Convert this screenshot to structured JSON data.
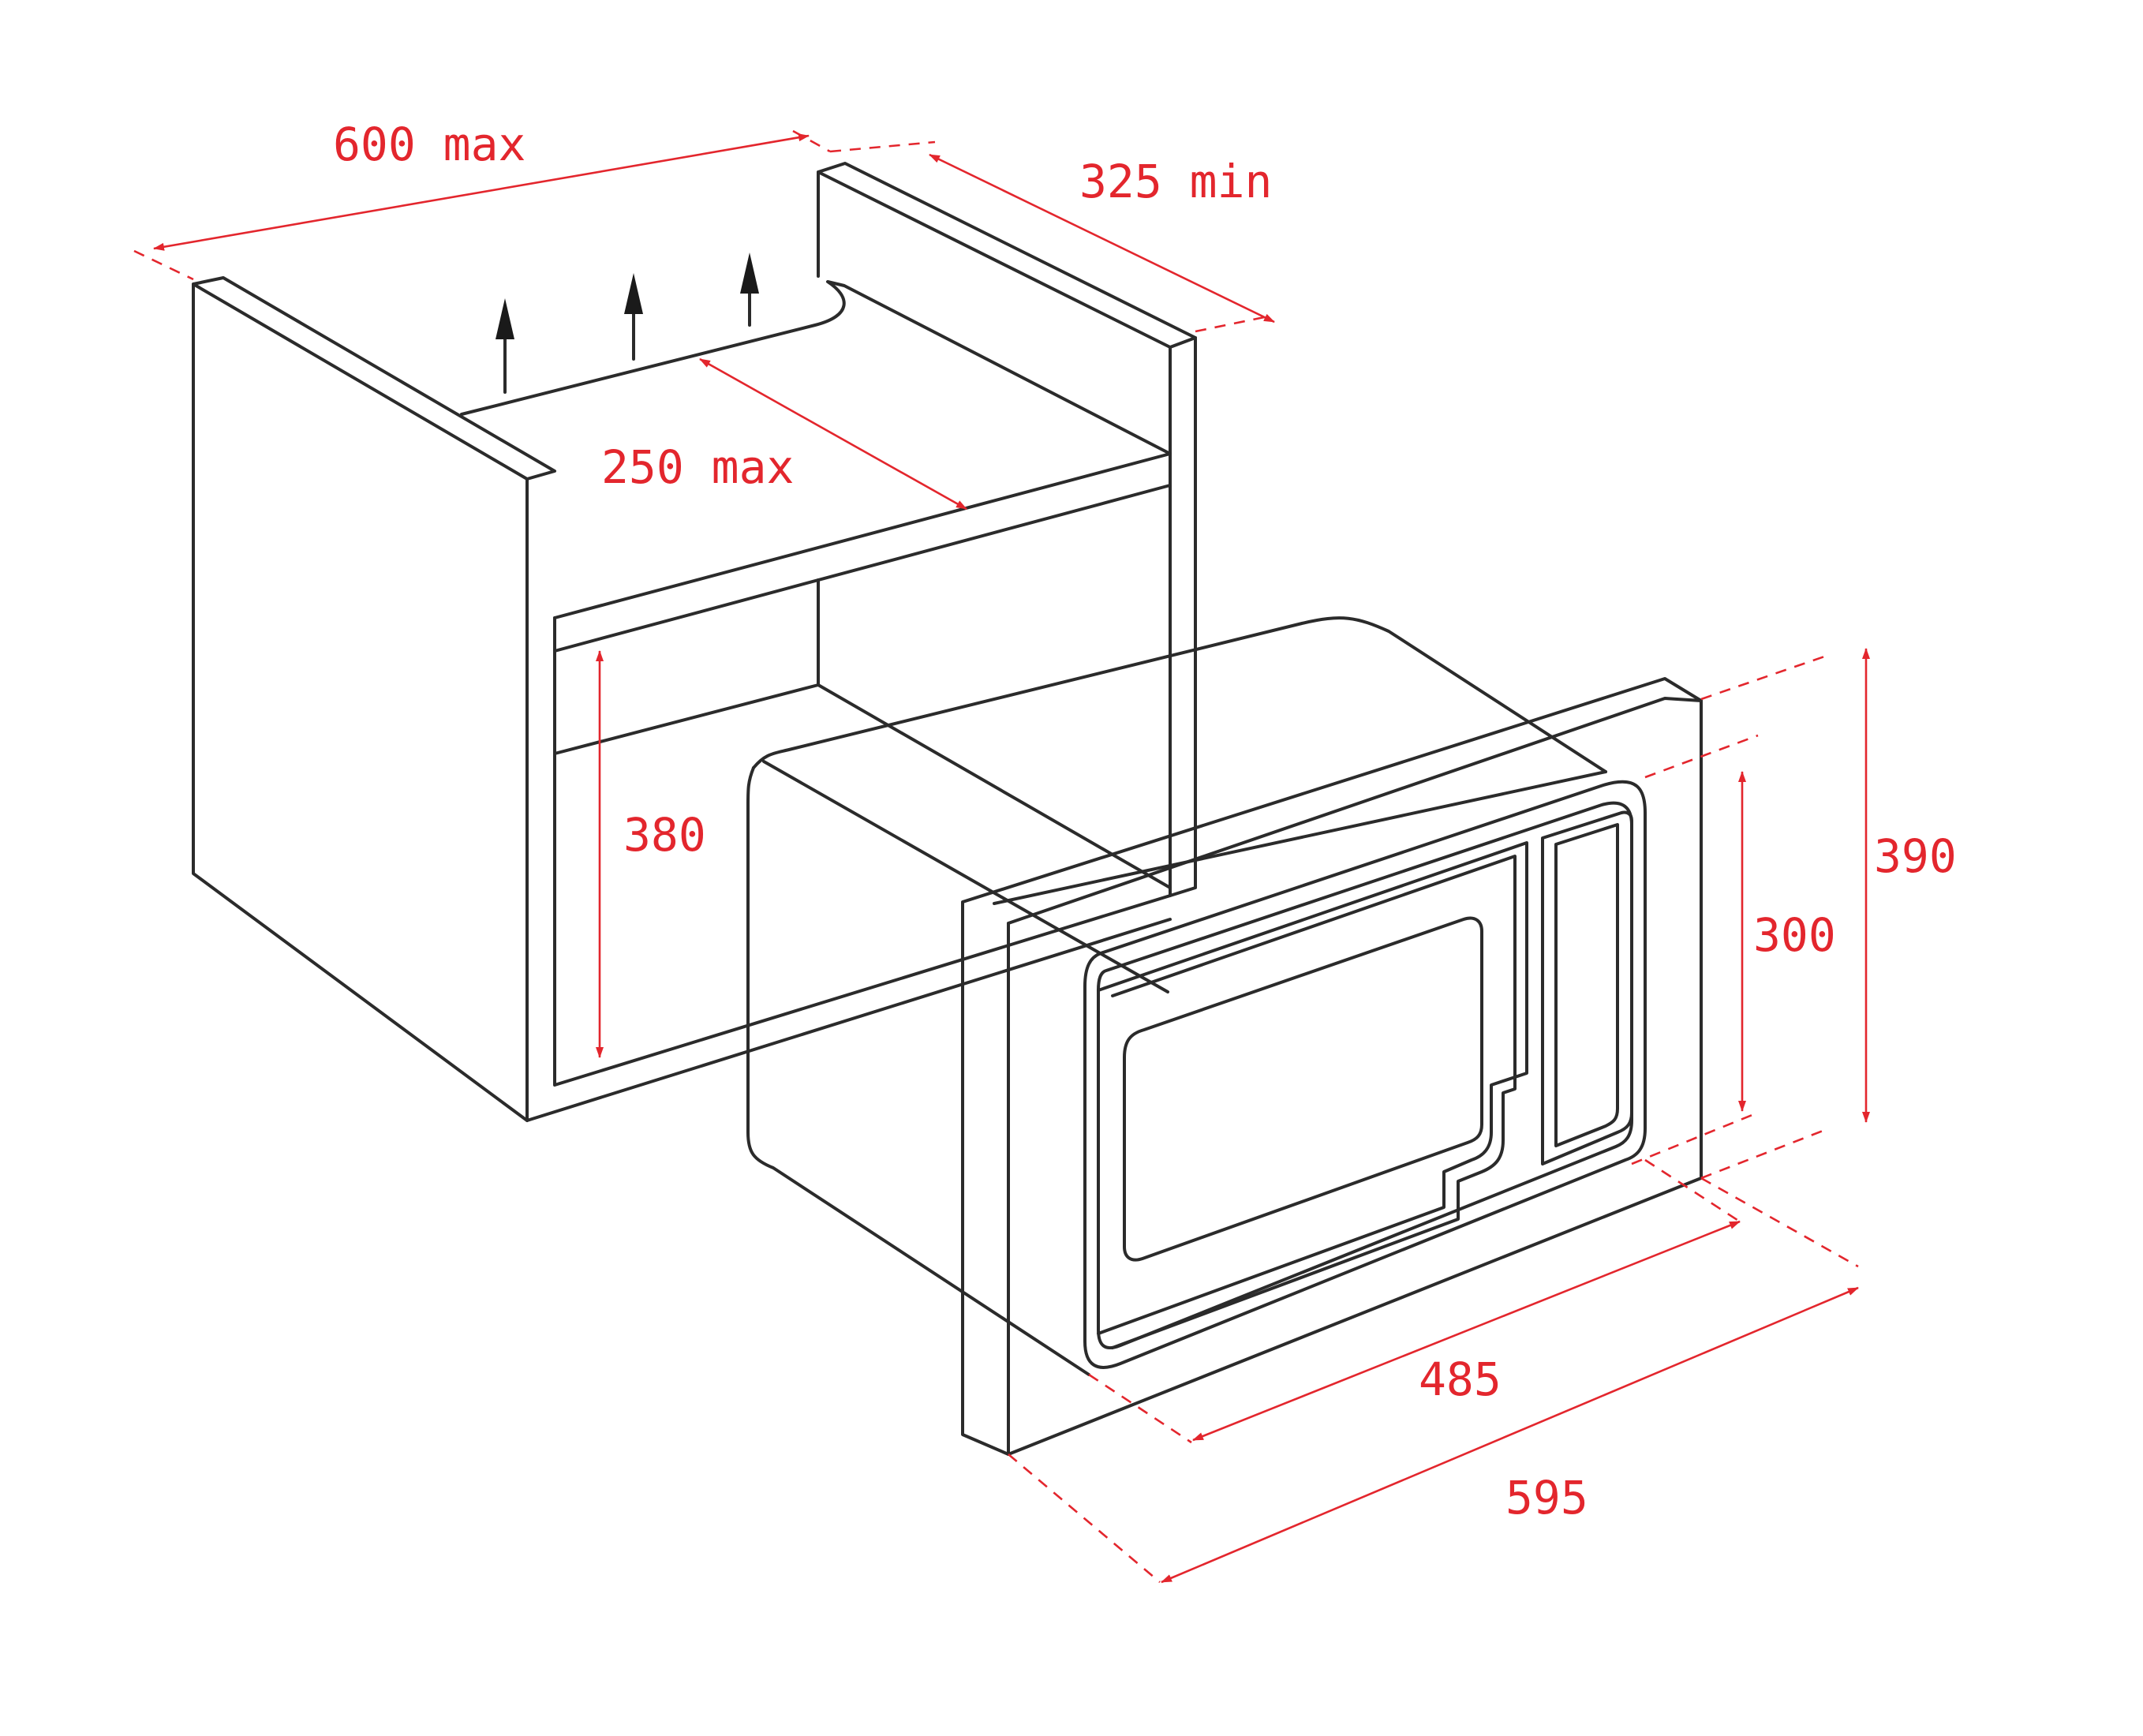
{
  "colors": {
    "line": "#2b2b2b",
    "dimension": "#e3262d",
    "background": "#ffffff"
  },
  "dimensions": {
    "width_max": "600 max",
    "depth_min": "325 min",
    "vent_depth_max": "250 max",
    "opening_height": "380",
    "frame_height": "390",
    "appliance_height": "300",
    "appliance_width": "485",
    "frame_width": "595"
  },
  "icons": [
    "ventilation-arrow-icon"
  ]
}
